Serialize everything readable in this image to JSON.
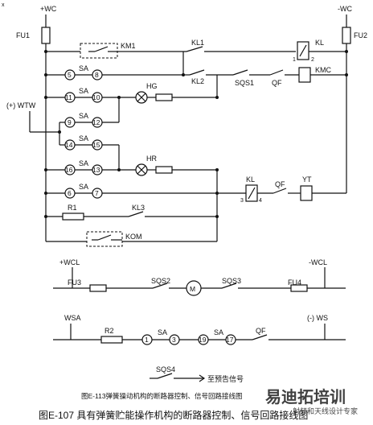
{
  "top": {
    "left_bus": "+WC",
    "right_bus": "-WC",
    "fuse_left": "FU1",
    "fuse_right": "FU2",
    "corner": "x"
  },
  "rows": {
    "km1": "KM1",
    "kl1": "KL1",
    "kl2": "KL2",
    "kl": "KL",
    "kl_pin1": "1",
    "kl_pin2": "2",
    "sqs1": "SQS1",
    "qf": "QF",
    "kmc": "KMC",
    "sa": "SA",
    "hg": "HG",
    "wtw": "(+) WTW",
    "hr": "HR",
    "kl_b": "KL",
    "kl_pin3": "3",
    "kl_pin4": "4",
    "qf_b": "QF",
    "yt": "YT",
    "r1": "R1",
    "kl3": "KL3",
    "kom": "KOM"
  },
  "contacts": [
    "5",
    "8",
    "11",
    "10",
    "9",
    "12",
    "14",
    "15",
    "16",
    "13",
    "6",
    "7"
  ],
  "motor": {
    "left_bus": "+WCL",
    "right_bus": "-WCL",
    "fu3": "FU3",
    "sqs2": "SQS2",
    "motor": "M",
    "sqs3": "SQS3",
    "fu4": "FU4"
  },
  "signal": {
    "wsa": "WSA",
    "ws": "(-) WS",
    "r2": "R2",
    "sa": "SA",
    "c1": "1",
    "c3": "3",
    "c19": "19",
    "c17": "17",
    "qf": "QF"
  },
  "pre": {
    "sqs4": "SQS4",
    "text": "至预告信号"
  },
  "subtitle": "图E-113弹簧操动机构的断路器控制、信号回路接线图",
  "caption": "图E-107 具有弹簧贮能操作机构的断路器控制、信号回路接线图",
  "watermark": {
    "big": "易迪拓培训",
    "small": "射频和天线设计专家"
  }
}
